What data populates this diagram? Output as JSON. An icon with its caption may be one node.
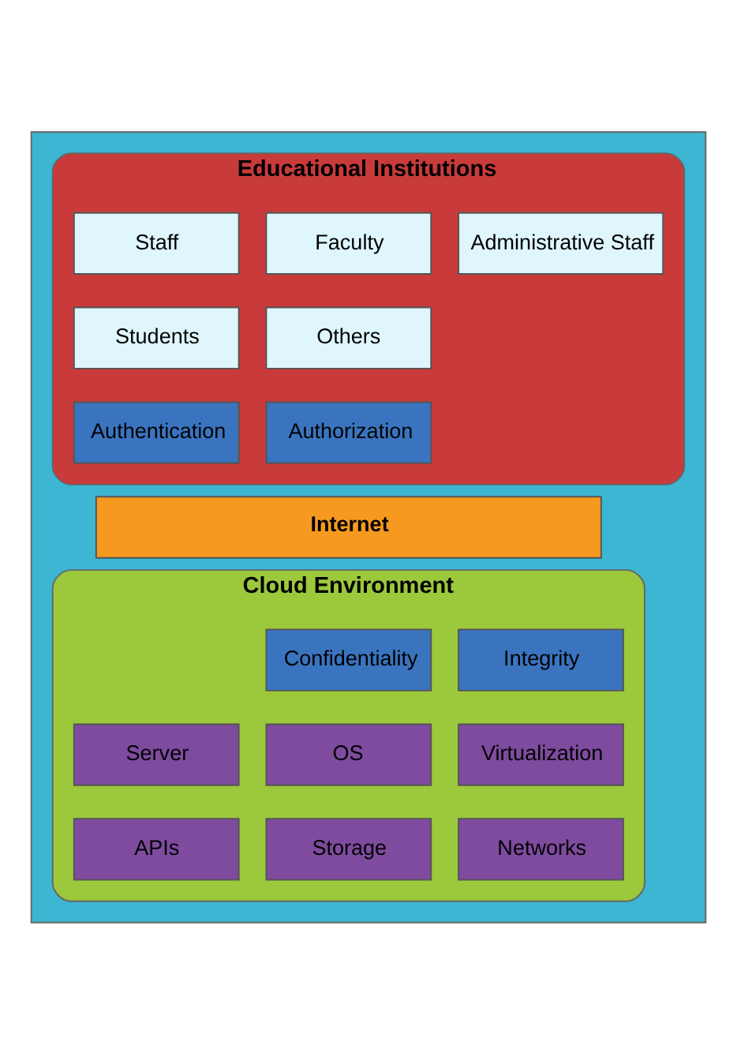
{
  "diagram": {
    "nodes": [
      {
        "text": [],
        "shape": "box"
      },
      {
        "text": [
          "Educational Institutions"
        ],
        "in": 0
      },
      {
        "text": [
          "Staff"
        ],
        "in": 1
      },
      {
        "text": [
          "Faculty"
        ],
        "in": 1
      },
      {
        "text": [
          "Administrative Staff"
        ],
        "in": 1
      },
      {
        "text": [
          "Students"
        ],
        "in": 1
      },
      {
        "text": [
          "Others"
        ],
        "in": 1
      },
      {
        "text": [
          "Authentication"
        ],
        "in": 1
      },
      {
        "text": [
          "Authorization"
        ],
        "in": 1
      },
      {
        "text": [
          "Internet"
        ],
        "in": 0
      },
      {
        "text": [
          "Cloud Environment"
        ],
        "in": 0
      },
      {
        "text": [
          "Confidentiality"
        ],
        "in": 10
      },
      {
        "text": [
          "Integrity"
        ],
        "in": 10
      },
      {
        "text": [
          "Server"
        ],
        "in": 10
      },
      {
        "text": [
          "OS"
        ],
        "in": 10
      },
      {
        "text": [
          "Virtualization"
        ],
        "in": 10
      },
      {
        "text": [
          "APIs"
        ],
        "in": 10
      },
      {
        "text": [
          "Storage"
        ],
        "in": 10
      },
      {
        "text": [
          "Networks"
        ],
        "in": 10
      }
    ]
  }
}
